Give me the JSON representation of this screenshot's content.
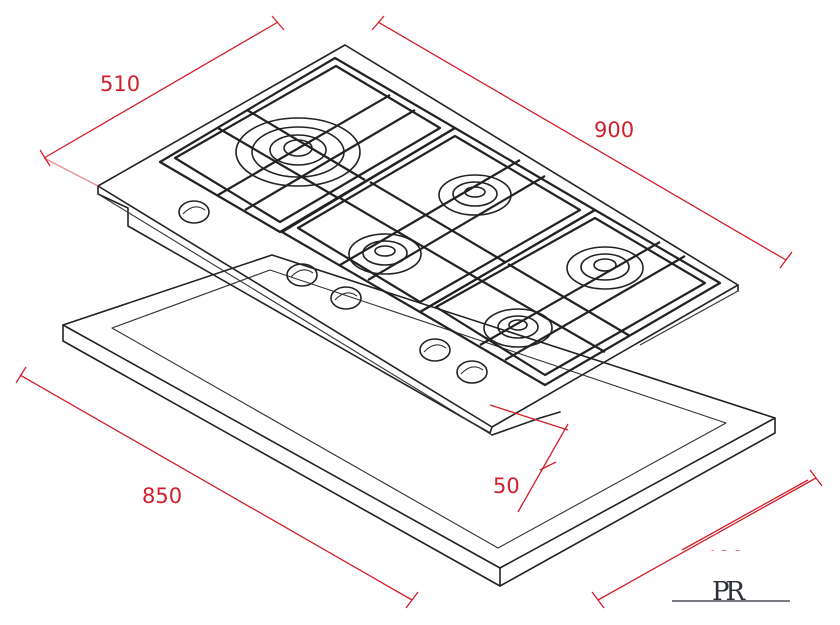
{
  "dimensions": {
    "width_top": "900",
    "depth_top": "510",
    "cutout_width": "850",
    "cutout_depth": "480",
    "frame_gap": "50"
  },
  "logo": {
    "text": "PR"
  },
  "colors": {
    "dimension_red": "#d11f2b",
    "line_dark": "#222222"
  }
}
